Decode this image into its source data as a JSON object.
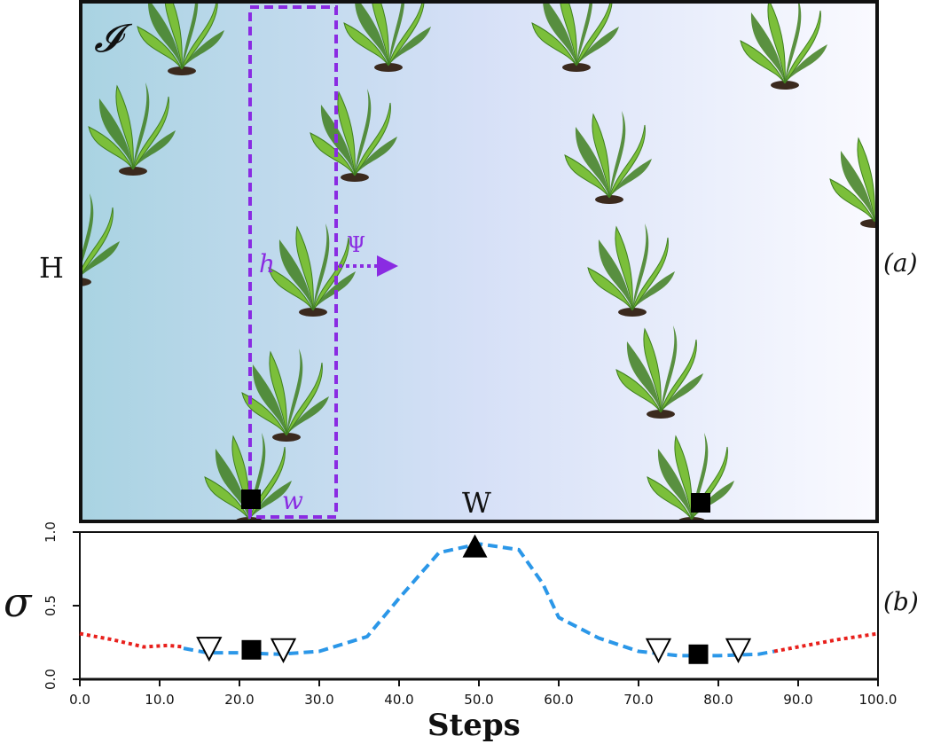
{
  "panel_a": {
    "label": "(a)",
    "symbol": "𝓘",
    "height_label": "H",
    "width_label": "W",
    "window_height_label": "h",
    "window_width_label": "w",
    "shift_label": "Ψ",
    "colors": {
      "gradient_left": "#a9d3e2",
      "gradient_mid": "#d6e0f7",
      "gradient_right": "#fafaff",
      "window": "#8a2be2",
      "leaf": "#7bbf3a",
      "leaf_dark": "#3f7f1f",
      "soil": "#3b2a1e"
    },
    "marker_steps": [
      22.5,
      78.3
    ]
  },
  "panel_b": {
    "label": "(b)",
    "ylabel": "σ",
    "xlabel": "Steps",
    "chart_data": {
      "type": "line",
      "xlabel": "Steps",
      "ylabel": "σ",
      "xlim": [
        0,
        100
      ],
      "ylim": [
        0,
        1
      ],
      "xticks": [
        "0.0",
        "10.0",
        "20.0",
        "30.0",
        "40.0",
        "50.0",
        "60.0",
        "70.0",
        "80.0",
        "90.0",
        "100.0"
      ],
      "xtick_values": [
        0,
        10,
        20,
        30,
        40,
        50,
        60,
        70,
        80,
        90,
        100
      ],
      "yticks": [
        "0.0",
        "0.5",
        "1.0"
      ],
      "ytick_values": [
        0,
        0.5,
        1.0
      ],
      "series": [
        {
          "style": "dotted",
          "color": "#e8201c",
          "points": [
            [
              0,
              0.31
            ],
            [
              4,
              0.27
            ],
            [
              8,
              0.22
            ],
            [
              11,
              0.23
            ],
            [
              13,
              0.22
            ]
          ]
        },
        {
          "style": "dashed",
          "color": "#2b97e8",
          "points": [
            [
              13,
              0.21
            ],
            [
              16,
              0.18
            ],
            [
              20,
              0.18
            ],
            [
              25,
              0.17
            ],
            [
              30,
              0.19
            ],
            [
              36,
              0.29
            ],
            [
              40,
              0.55
            ],
            [
              45,
              0.86
            ],
            [
              50,
              0.92
            ],
            [
              55,
              0.88
            ],
            [
              58,
              0.65
            ],
            [
              60,
              0.42
            ],
            [
              65,
              0.28
            ],
            [
              70,
              0.19
            ],
            [
              75,
              0.16
            ],
            [
              80,
              0.16
            ],
            [
              85,
              0.17
            ],
            [
              87,
              0.19
            ]
          ]
        },
        {
          "style": "dotted",
          "color": "#e8201c",
          "points": [
            [
              87,
              0.19
            ],
            [
              90,
              0.22
            ],
            [
              95,
              0.27
            ],
            [
              100,
              0.31
            ]
          ]
        }
      ],
      "markers": [
        {
          "shape": "triangle-down-open",
          "x": 16.2,
          "y": 0.21
        },
        {
          "shape": "square",
          "x": 21.5,
          "y": 0.2
        },
        {
          "shape": "triangle-down-open",
          "x": 25.5,
          "y": 0.2
        },
        {
          "shape": "triangle-up",
          "x": 49.5,
          "y": 0.9
        },
        {
          "shape": "triangle-down-open",
          "x": 72.5,
          "y": 0.2
        },
        {
          "shape": "square",
          "x": 77.5,
          "y": 0.17
        },
        {
          "shape": "triangle-down-open",
          "x": 82.5,
          "y": 0.2
        }
      ]
    }
  }
}
